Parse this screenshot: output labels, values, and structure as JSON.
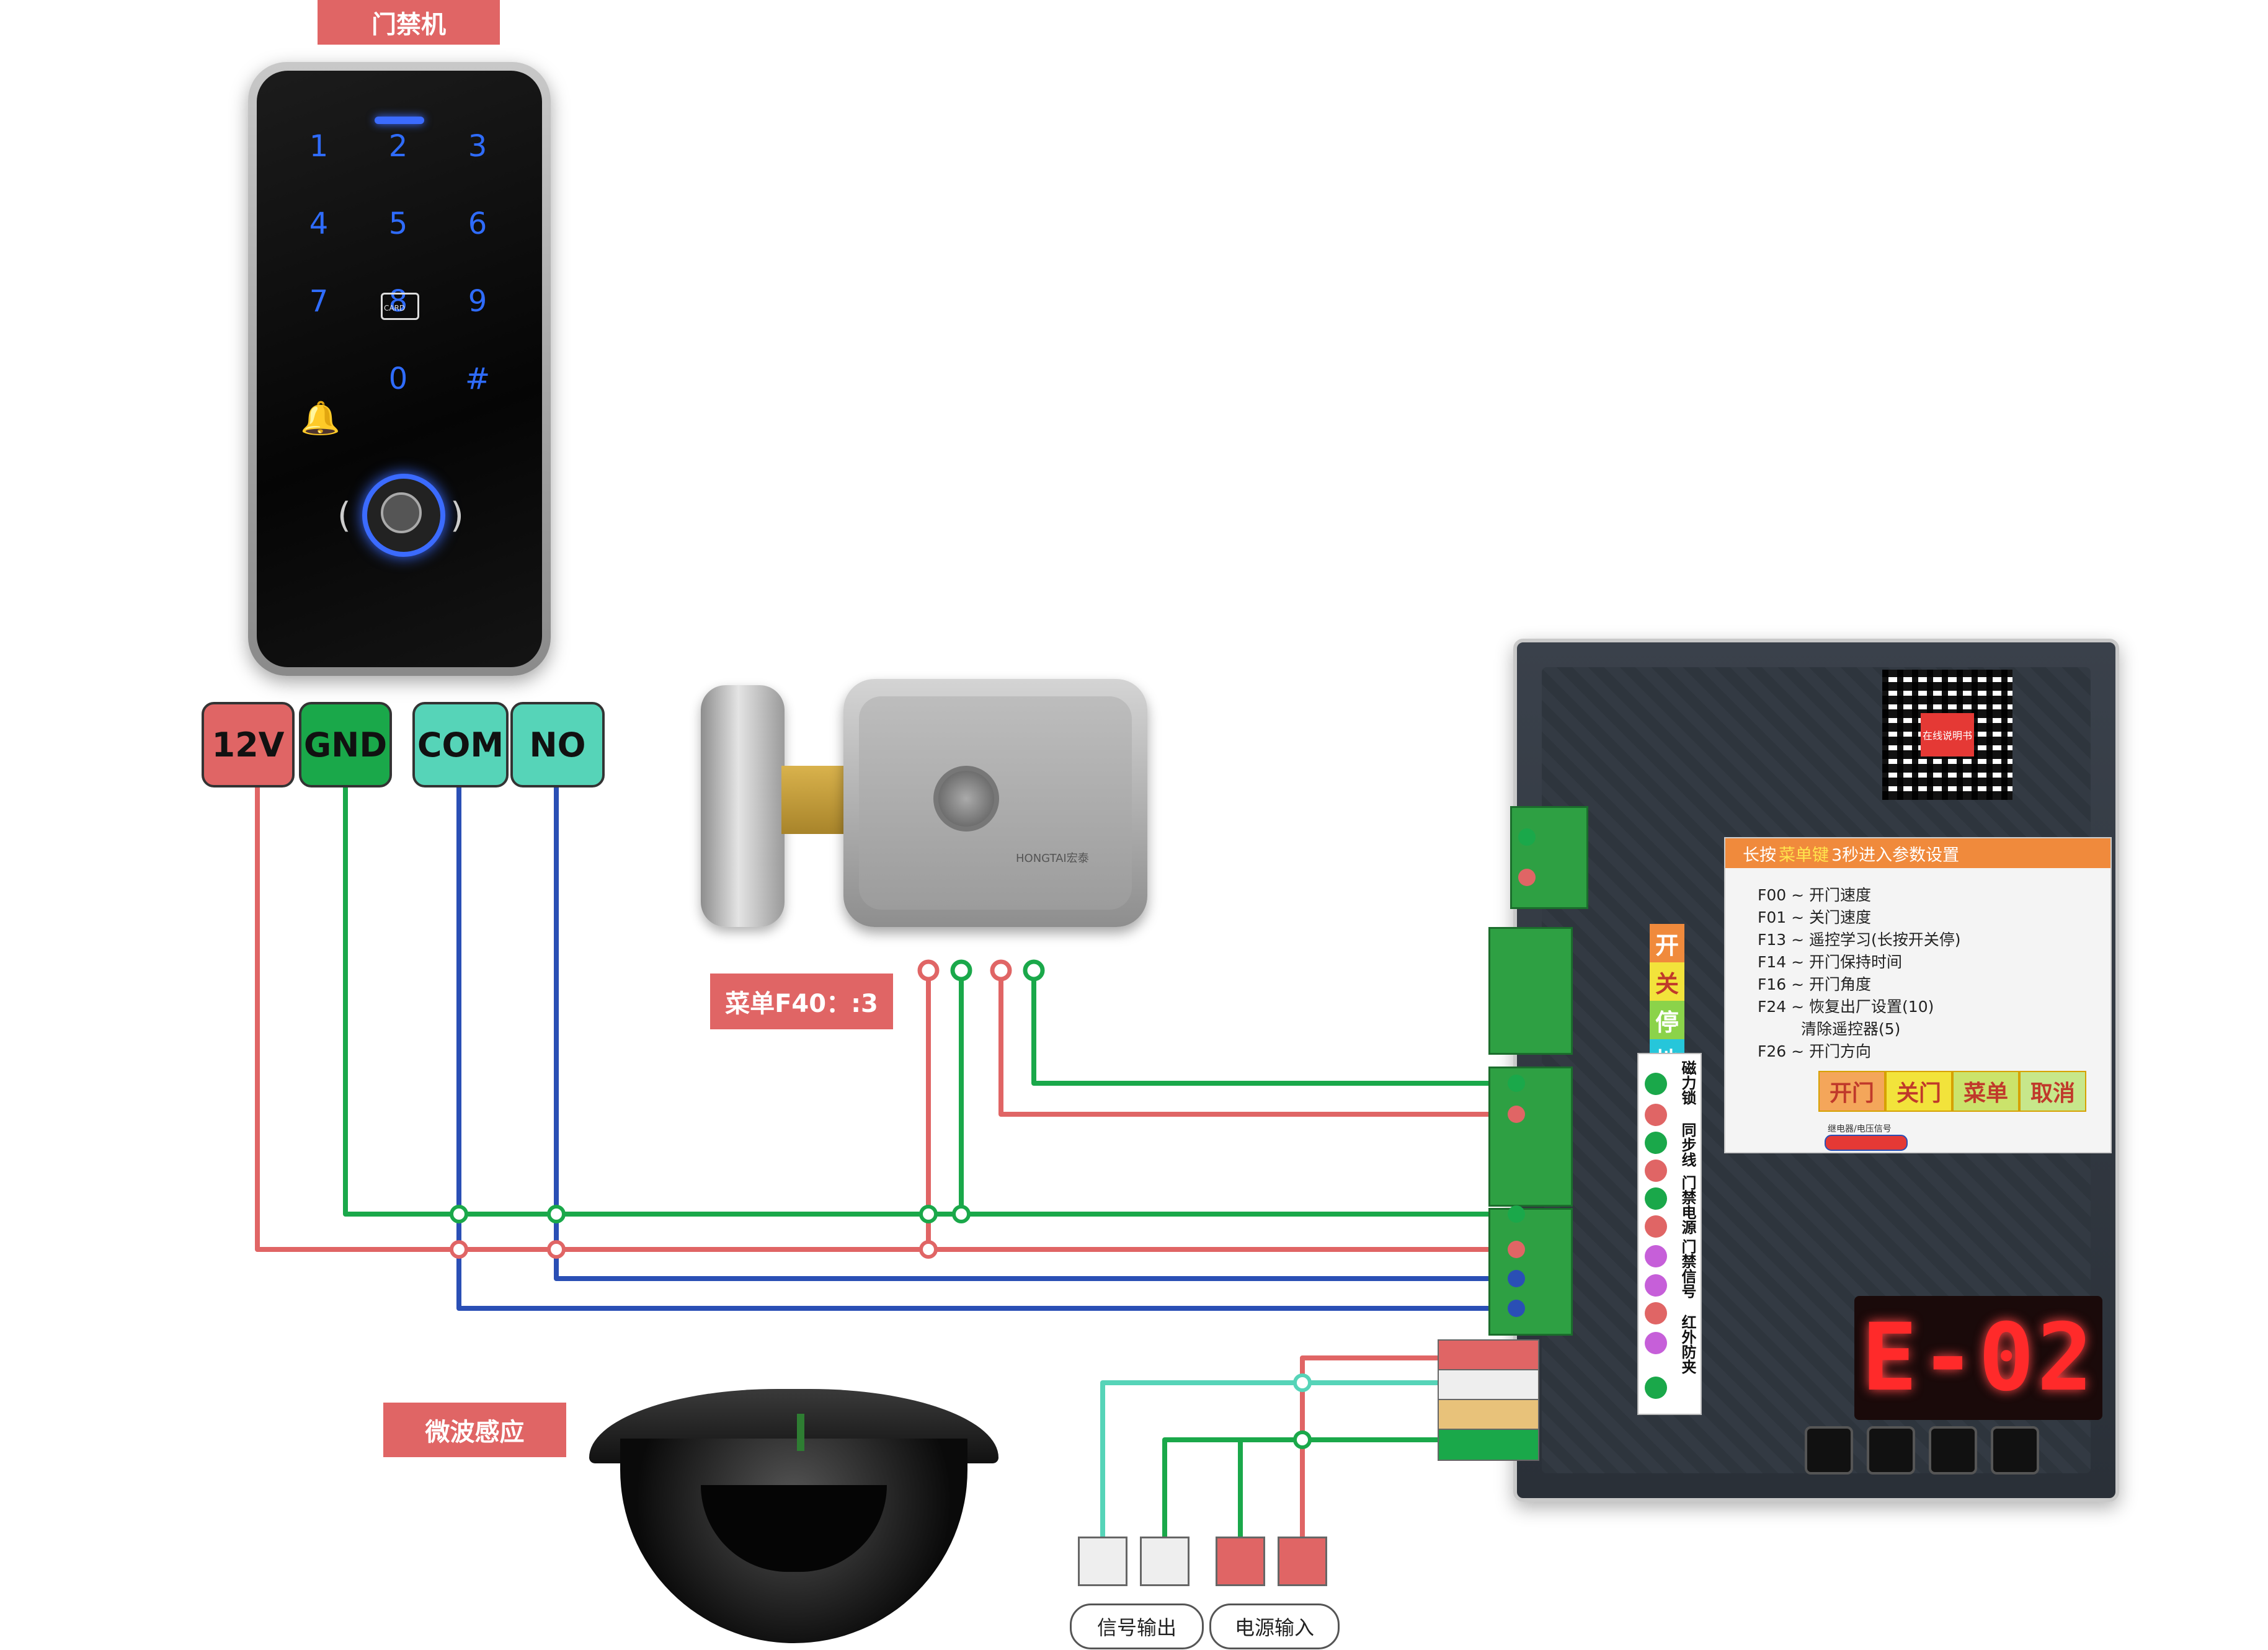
{
  "labels": {
    "access_controller": "门禁机",
    "menu_f40": "菜单F40：:3",
    "microwave": "微波感应",
    "signal_out": "信号输出",
    "power_in": "电源输入"
  },
  "keypad": {
    "keys": [
      "1",
      "2",
      "3",
      "4",
      "5",
      "6",
      "7",
      "8",
      "9",
      "0",
      "#"
    ],
    "card_label": "CARD"
  },
  "terminals": {
    "t12v": "12V",
    "gnd": "GND",
    "com": "COM",
    "no": "NO"
  },
  "lock": {
    "brand": "HONGTAI宏泰"
  },
  "board": {
    "qr_label": "在线说明书",
    "menu_title_prefix": "长按",
    "menu_title_key": "菜单键",
    "menu_title_suffix": "3秒进入参数设置",
    "menu_lines": [
      "F00 ~ 开门速度",
      "F01 ~ 关门速度",
      "F13 ~ 遥控学习(长按开关停)",
      "F14 ~ 开门保持时间",
      "F16 ~ 开门角度",
      "F24 ~ 恢复出厂设置(10)",
      "清除遥控器(5)",
      "F26 ~ 开门方向"
    ],
    "buttons": [
      "开门",
      "关门",
      "菜单",
      "取消"
    ],
    "relay_label": "继电器/电压信号",
    "strip": [
      "开",
      "关",
      "停",
      "地"
    ],
    "side_labels": [
      "磁力锁",
      "同步线",
      "门禁电源",
      "门禁信号",
      "红外防夹"
    ],
    "display": "E-02"
  },
  "colors": {
    "red_wire": "#e06565",
    "green_wire": "#1aa84a",
    "blue_wire": "#2a4fb5",
    "teal_wire": "#56d4b8",
    "tag_red": "#e06565"
  }
}
